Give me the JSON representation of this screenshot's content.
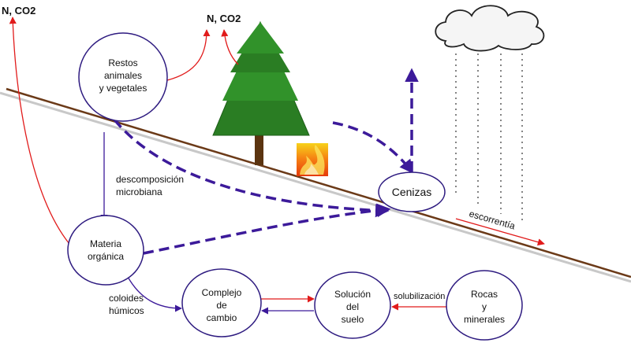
{
  "labels": {
    "gas_left": "N, CO2",
    "gas_top": "N, CO2",
    "descomposicion_1": "descomposición",
    "descomposicion_2": "microbiana",
    "coloides_1": "coloides",
    "coloides_2": "húmicos",
    "solubilizacion": "solubilización",
    "escorrentia": "escorrentía"
  },
  "nodes": {
    "restos": [
      "Restos",
      "animales",
      "y vegetales"
    ],
    "materia": [
      "Materia",
      "orgánica"
    ],
    "complejo": [
      "Complejo",
      "de",
      "cambio"
    ],
    "solucion": [
      "Solución",
      "del",
      "suelo"
    ],
    "rocas": [
      "Rocas",
      "y",
      "minerales"
    ],
    "cenizas": [
      "Cenizas"
    ]
  },
  "icons": [
    "tree-icon",
    "fire-icon",
    "cloud-icon",
    "rain-icon"
  ],
  "colors": {
    "node_border": "#2e1b80",
    "red_arrow": "#e11b1b",
    "blue_arrow": "#3c1a9a",
    "soil_line": "#6b3a18",
    "soil_shadow": "#c8c8c8",
    "tree_green": "#2a7d23",
    "trunk": "#5b3410"
  }
}
